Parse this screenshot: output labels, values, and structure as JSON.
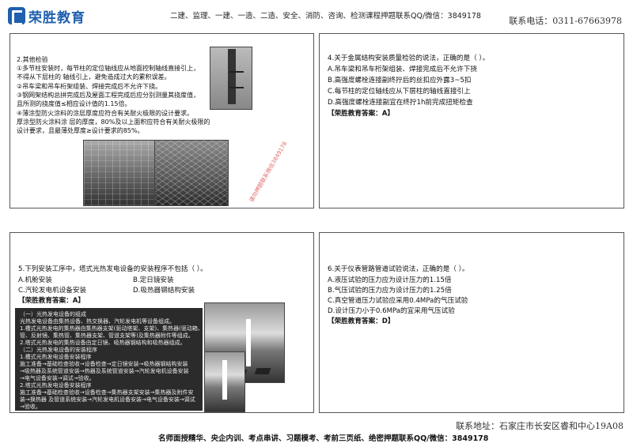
{
  "header": {
    "logo_text": "荣胜教育",
    "courses": "二建、监理、一建、一造、二造、安全、消防、咨询、检测课程押题联系QQ/微信：3849178",
    "phone": "联系电话：0311-67663978"
  },
  "panel1": {
    "lines": [
      "2.其他检验",
      "①多节柱安装时，每节柱的定位轴线应从地面控制轴线直接引上，",
      "   不得从下层柱的 轴线引上，避免造成过大的累积误差。",
      "②吊车梁和吊车桁架组装、焊接完成后不允许下挠。",
      "③钢网架结构总拼完成后及屋面工程完成后应分别测量其挠度值，",
      "   且所测的挠度值≤相应设计值的1.15倍。",
      "④薄涂型防火涂料的涂层厚度应符合有关耐火极限的设计要求。",
      "   厚涂型防火涂料涂 层的厚度，80%及以上面积应符合有关耐火极限的",
      "   设计要求，且最薄处厚度≥设计要求的85%。"
    ],
    "watermark": "请勿押题联系微信3849178"
  },
  "panel2": {
    "question": "4.关于金属结构安装质量检验的说法，正确的是（  ）。",
    "options": [
      "A.吊车梁和吊车桁架组装、焊接完成后不允许下挠",
      "B.高强度螺栓连接副终拧后的丝扣应外露3~5扣",
      "C.每节柱的定位轴线应从下层柱的轴线直接引上",
      "D.高强度螺栓连接副宜在终拧1h前完成扭矩检查"
    ],
    "answer": "【荣胜教育答案：A】"
  },
  "panel3": {
    "question": "5.下列安装工序中，塔式光热发电设备的安装程序不包括（  ）。",
    "options": [
      "A.机舱安装",
      "B.定日镜安装",
      "C.汽轮发电机设备安装",
      "D.吸热器钢结构安装"
    ],
    "answer": "【荣胜教育答案：A】",
    "box_lines": [
      "（一）光热发电设备的组成",
      "光热发电设备由集热设备、热交换器、汽轮发电机等设备组成。",
      "1.槽式光热发电的集热器由集热器支架(驱动塔架、支架)、集热器(驱动箱、",
      "管、反射镜、集热管、集热器支架、管道支架等)及集热器附件等组成。",
      "2.塔式光热发电的集热设备由定日镜、吸热器钢结构和吸热器组成。",
      "（二）光热发电设备的安装程序",
      "1.槽式光热发电设备安装程序",
      "施工准备→基础检查验收→设备检查→定日镜安装→吸热器钢结构安装",
      "→吸热器及系统管道安装→热器及系统管道安装→汽轮发电机设备安装",
      "→电气设备安装→调试→验收。",
      "2.塔式光热发电设备安装程序",
      "施工准备→基础检查验收→设备检查→集热器支架安装→集热器及附件安",
      "装→换热器 及管道系统安装→汽轮发电机设备安装→电气设备安装→调试",
      "→验收。"
    ]
  },
  "panel4": {
    "question": "6.关于仪表管路管道试验说法，正确的是（  ）。",
    "options": [
      "A.液压试验的压力应为设计压力的1.15倍",
      "B.气压试验的压力应为设计压力的1.25倍",
      "C.真空管道压力试验应采用0.4MPa的气压试验",
      "D.设计压力小于0.6MPa的宜采用气压试验"
    ],
    "answer": "【荣胜教育答案：D】"
  },
  "footer": {
    "address": "联系地址：石家庄市长安区睿和中心19A08",
    "slogan": "名师面授精华、央企内训、考点串讲、习题模考、考前三页纸、绝密押题联系QQ/微信：3849178"
  }
}
